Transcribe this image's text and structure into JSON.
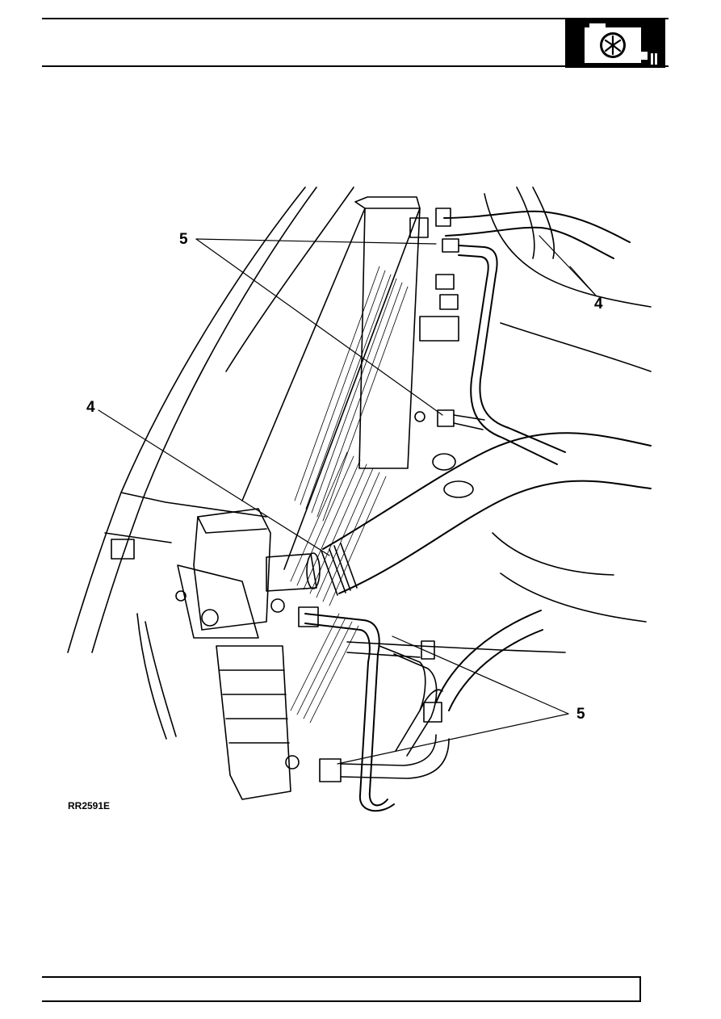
{
  "header": {
    "section_icon": "cooling-fan-radiator-icon"
  },
  "figure": {
    "reference": "RR2591E",
    "callouts": {
      "top_left": "5",
      "top_right": "4",
      "mid_left": "4",
      "bottom_right": "5"
    }
  },
  "colors": {
    "ink": "#000000",
    "paper": "#ffffff"
  }
}
